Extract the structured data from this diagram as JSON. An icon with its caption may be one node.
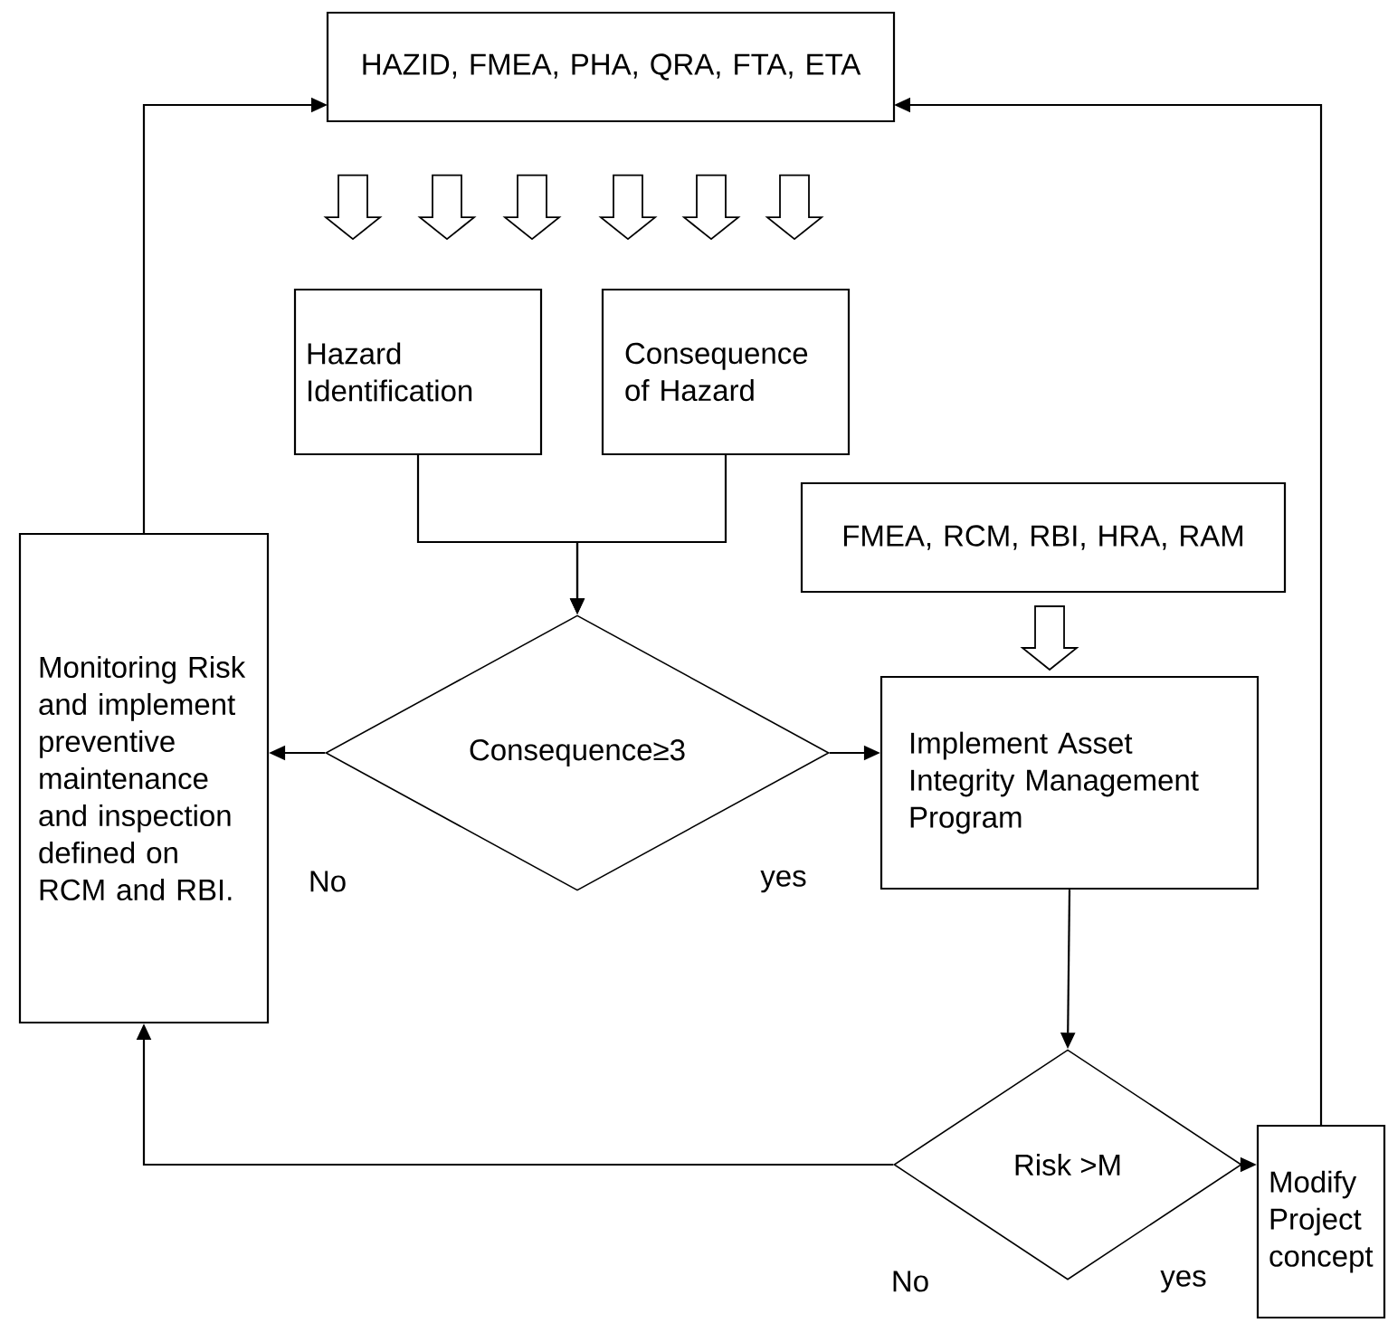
{
  "diagram": {
    "nodes": [
      {
        "text": [
          "HAZID, FMEA, PHA, QRA, FTA, ETA"
        ]
      },
      {
        "text": [
          "Hazard Identification"
        ]
      },
      {
        "text": [
          "Consequence of Hazard"
        ]
      },
      {
        "text": [
          "FMEA, RCM, RBI, HRA, RAM"
        ]
      },
      {
        "text": [
          "Consequence≥3"
        ]
      },
      {
        "text": [
          "Monitoring Risk and implement preventive maintenance and inspection defined on RCM and RBI."
        ]
      },
      {
        "text": [
          "Implement Asset Integrity Management Program"
        ]
      },
      {
        "text": [
          "Risk >M"
        ]
      },
      {
        "text": [
          "Modify Project concept"
        ]
      }
    ],
    "edges": [
      {
        "from": 0,
        "to": 1,
        "arrow": "to",
        "style": "thick"
      },
      {
        "from": 0,
        "to": 1,
        "arrow": "to",
        "style": "thick"
      },
      {
        "from": 0,
        "to": 1,
        "arrow": "to",
        "style": "thick"
      },
      {
        "from": 0,
        "to": 2,
        "arrow": "to",
        "style": "thick"
      },
      {
        "from": 0,
        "to": 2,
        "arrow": "to",
        "style": "thick"
      },
      {
        "from": 0,
        "to": 2,
        "arrow": "to",
        "style": "thick"
      },
      {
        "from": 1,
        "to": 4,
        "arrow": "to"
      },
      {
        "from": 2,
        "to": 4,
        "arrow": "to"
      },
      {
        "from": 3,
        "to": 6,
        "arrow": "to",
        "style": "thick"
      },
      {
        "from": 4,
        "to": 5,
        "arrow": "to",
        "label": "No"
      },
      {
        "from": 4,
        "to": 6,
        "arrow": "to",
        "label": "yes"
      },
      {
        "from": 6,
        "to": 7,
        "arrow": "to"
      },
      {
        "from": 7,
        "to": 5,
        "arrow": "to",
        "label": "No"
      },
      {
        "from": 7,
        "to": 8,
        "arrow": "to",
        "label": "yes"
      },
      {
        "from": 5,
        "to": 0,
        "arrow": "to"
      },
      {
        "from": 8,
        "to": 0,
        "arrow": "to"
      }
    ]
  }
}
